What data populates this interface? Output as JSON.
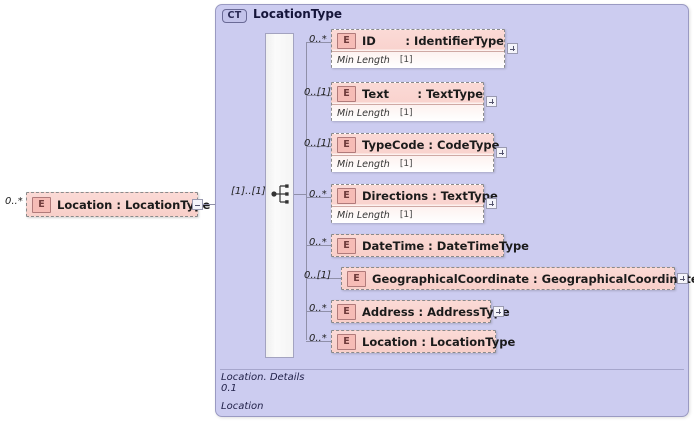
{
  "diagram": {
    "kind": "xsd-schema-diagram",
    "background": "#ffffff",
    "accent_container": "#ccccf0",
    "accent_element": "#f9d3ce"
  },
  "root_element": {
    "label": "Location : LocationType",
    "name": "Location",
    "type": "LocationType",
    "badge": "E",
    "cardinality": "0..*",
    "expander": "minus"
  },
  "complex_type": {
    "badge": "CT",
    "title": "LocationType",
    "compositor": {
      "icon": "all-compositor-icon",
      "cardinality": "[1]..[1]"
    },
    "footer": {
      "line1": "Location. Details",
      "line2": "0.1",
      "line3": "Location"
    }
  },
  "children": [
    {
      "badge": "E",
      "name": "ID",
      "separator": ":",
      "type": "IdentifierType",
      "cardinality": "0..*",
      "facet_name": "Min Length",
      "facet_value": "[1]",
      "expander": "plus"
    },
    {
      "badge": "E",
      "name": "Text",
      "separator": ":",
      "type": "TextType",
      "cardinality": "0..[1]",
      "facet_name": "Min Length",
      "facet_value": "[1]",
      "expander": "plus"
    },
    {
      "badge": "E",
      "name": "TypeCode",
      "separator": ":",
      "type": "CodeType",
      "cardinality": "0..[1]",
      "facet_name": "Min Length",
      "facet_value": "[1]",
      "expander": "plus"
    },
    {
      "badge": "E",
      "name": "Directions",
      "separator": ":",
      "type": "TextType",
      "cardinality": "0..*",
      "facet_name": "Min Length",
      "facet_value": "[1]",
      "expander": "plus"
    },
    {
      "badge": "E",
      "name": "DateTime",
      "separator": ":",
      "type": "DateTimeType",
      "cardinality": "0..*",
      "facet_name": null,
      "facet_value": null,
      "expander": null
    },
    {
      "badge": "E",
      "name": "GeographicalCoordinate",
      "separator": ":",
      "type": "GeographicalCoordinateType",
      "cardinality": "0..[1]",
      "facet_name": null,
      "facet_value": null,
      "expander": "plus"
    },
    {
      "badge": "E",
      "name": "Address",
      "separator": ":",
      "type": "AddressType",
      "cardinality": "0..*",
      "facet_name": null,
      "facet_value": null,
      "expander": "plus"
    },
    {
      "badge": "E",
      "name": "Location",
      "separator": ":",
      "type": "LocationType",
      "cardinality": "0..*",
      "facet_name": null,
      "facet_value": null,
      "expander": null
    }
  ]
}
